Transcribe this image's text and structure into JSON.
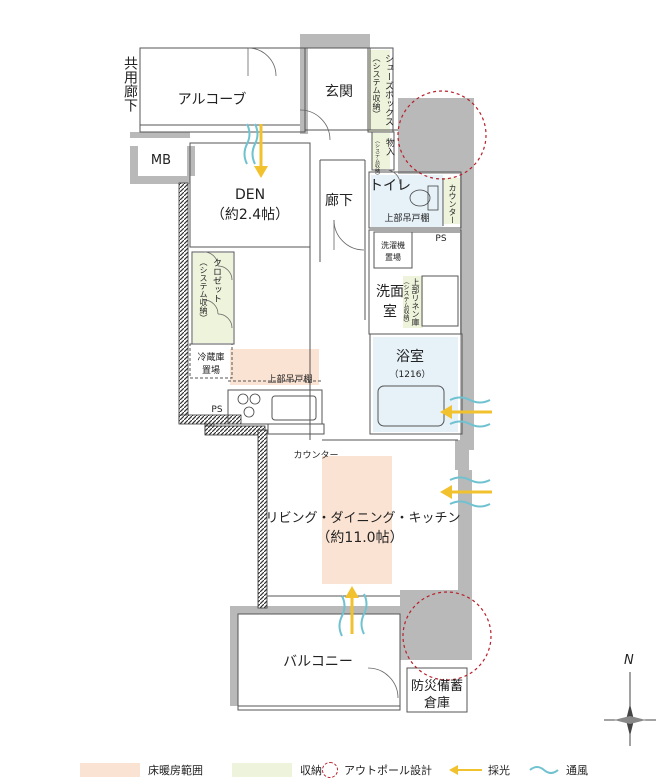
{
  "rooms": {
    "corridor_shared": "共用廊下",
    "alcove": "アルコーブ",
    "entrance": "玄関",
    "shoes_box": "シューズボックス",
    "shoes_box_sub": "（システム収納）",
    "storage": "物入",
    "storage_sub": "（システム収納）",
    "mb": "MB",
    "den": "DEN",
    "den_size": "（約2.4帖）",
    "hall": "廊下",
    "toilet": "トイレ",
    "counter_toilet": "カウンター",
    "upper_cabinet": "上部吊戸棚",
    "ps1": "PS",
    "washer": "洗濯機",
    "washer2": "置場",
    "closet": "クロゼット",
    "closet_sub": "（システム収納）",
    "linen": "上部リネン庫",
    "linen_sub": "（システム収納）",
    "washroom1": "洗面",
    "washroom2": "室",
    "fridge": "冷蔵庫",
    "fridge2": "置場",
    "kitchen_cabinet": "上部吊戸棚",
    "ps2": "PS",
    "bath": "浴室",
    "bath_size": "（1216）",
    "counter": "カウンター",
    "ldk": "リビング・ダイニング・キッチン",
    "ldk_size": "（約11.0帖）",
    "balcony": "バルコニー",
    "bousai1": "防災備蓄",
    "bousai2": "倉庫"
  },
  "compass": {
    "north": "N"
  },
  "legend": {
    "floor_heating": "床暖房範囲",
    "storage": "収納",
    "outpole": "アウトポール設計",
    "light": "採光",
    "wind": "通風"
  },
  "colors": {
    "floor_heating": "#fbe3d3",
    "storage": "#eef3dc",
    "bath": "#e6f1f8",
    "outpole": "#b8202b",
    "arrow": "#f2c12e",
    "wind": "#6fc2d0",
    "wall": "#b9b9b9",
    "hatch": "#333333"
  }
}
